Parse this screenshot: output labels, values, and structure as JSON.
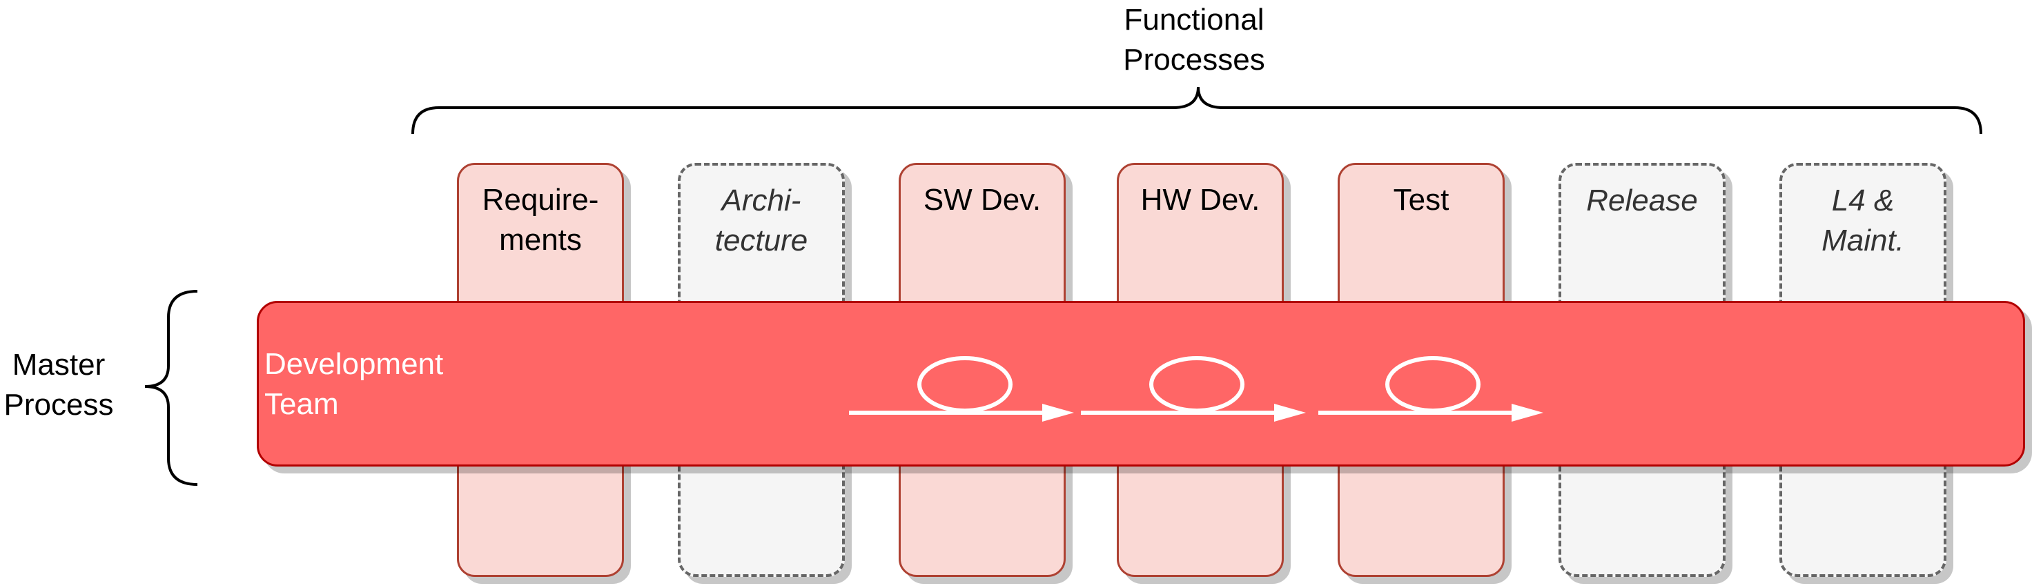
{
  "functional_processes_label": "Functional\nProcesses",
  "master_process_label": "Master\nProcess",
  "team_label": "Development\nTeam",
  "columns": [
    {
      "label": "Require-\nments",
      "active": true
    },
    {
      "label": "Archi-\ntecture",
      "active": false
    },
    {
      "label": "SW Dev.",
      "active": true
    },
    {
      "label": "HW Dev.",
      "active": true
    },
    {
      "label": "Test",
      "active": true
    },
    {
      "label": "Release",
      "active": false
    },
    {
      "label": "L4 &\nMaint.",
      "active": false
    }
  ],
  "colors": {
    "active_fill": "#fad9d5",
    "active_stroke": "#ae4132",
    "inactive_fill": "#f5f5f5",
    "inactive_stroke": "#666666",
    "team_fill": "#ff6666",
    "team_stroke": "#b20000",
    "loop_color": "#ffffff"
  },
  "iteration_loops": 3
}
